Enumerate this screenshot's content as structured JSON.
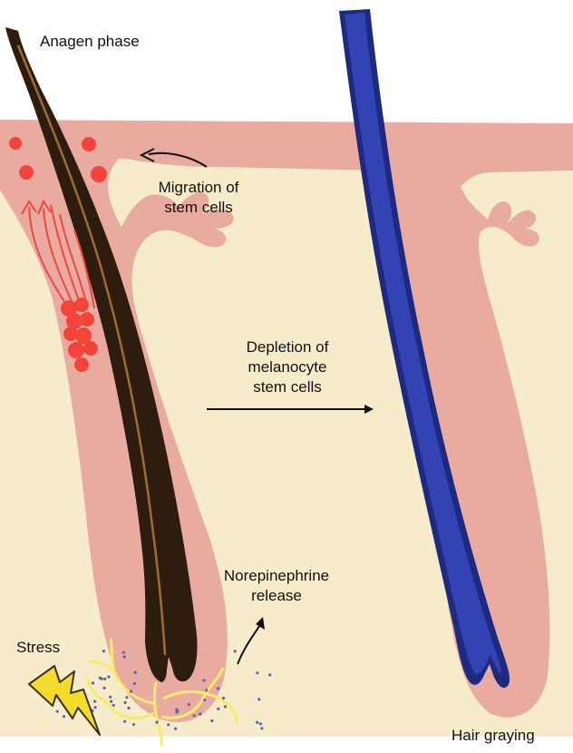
{
  "labels": {
    "anagen_phase": "Anagen phase",
    "migration": [
      "Migration of",
      "stem cells"
    ],
    "depletion": [
      "Depletion of",
      "melanocyte",
      "stem cells"
    ],
    "norepinephrine": [
      "Norepinephrine",
      "release"
    ],
    "stress": "Stress",
    "hair_graying": "Hair graying"
  },
  "colors": {
    "dermis": "#f6ecc9",
    "epidermis": "#e9aaa0",
    "pigmented_hair": "#2e1d0e",
    "hair_highlight": "#9a6f32",
    "gray_hair": "#3343b4",
    "gray_hair_dark": "#1c2a80",
    "stem_cell": "#f4433a",
    "migration_arrow": "#f2463b",
    "nerve": "#f6ec6a",
    "norepinephrine_dot": "#5565b8",
    "lightning": "#f5dc2a"
  }
}
